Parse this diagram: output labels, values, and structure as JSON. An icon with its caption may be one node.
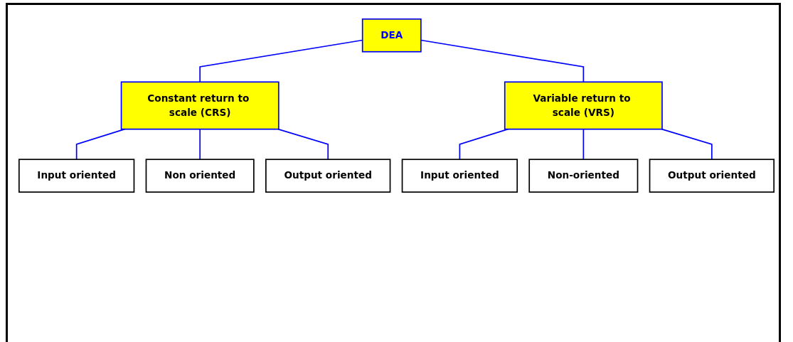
{
  "diagram": {
    "nodes": [
      {
        "text": [
          "DEA"
        ]
      },
      {
        "text": [
          "Constant return to scale (CRS)"
        ]
      },
      {
        "text": [
          "Variable return to scale (VRS)"
        ]
      },
      {
        "text": [
          "Input oriented"
        ]
      },
      {
        "text": [
          "Non oriented"
        ]
      },
      {
        "text": [
          "Output oriented"
        ]
      },
      {
        "text": [
          "Input oriented"
        ]
      },
      {
        "text": [
          "Non-oriented"
        ]
      },
      {
        "text": [
          "Output oriented"
        ]
      }
    ],
    "edges": [
      {
        "from": 0,
        "to": 1,
        "arrow": "none"
      },
      {
        "from": 0,
        "to": 2,
        "arrow": "none"
      },
      {
        "from": 1,
        "to": 3,
        "arrow": "none"
      },
      {
        "from": 1,
        "to": 4,
        "arrow": "none"
      },
      {
        "from": 1,
        "to": 5,
        "arrow": "none"
      },
      {
        "from": 2,
        "to": 6,
        "arrow": "none"
      },
      {
        "from": 2,
        "to": 7,
        "arrow": "none"
      },
      {
        "from": 2,
        "to": 8,
        "arrow": "none"
      }
    ]
  }
}
